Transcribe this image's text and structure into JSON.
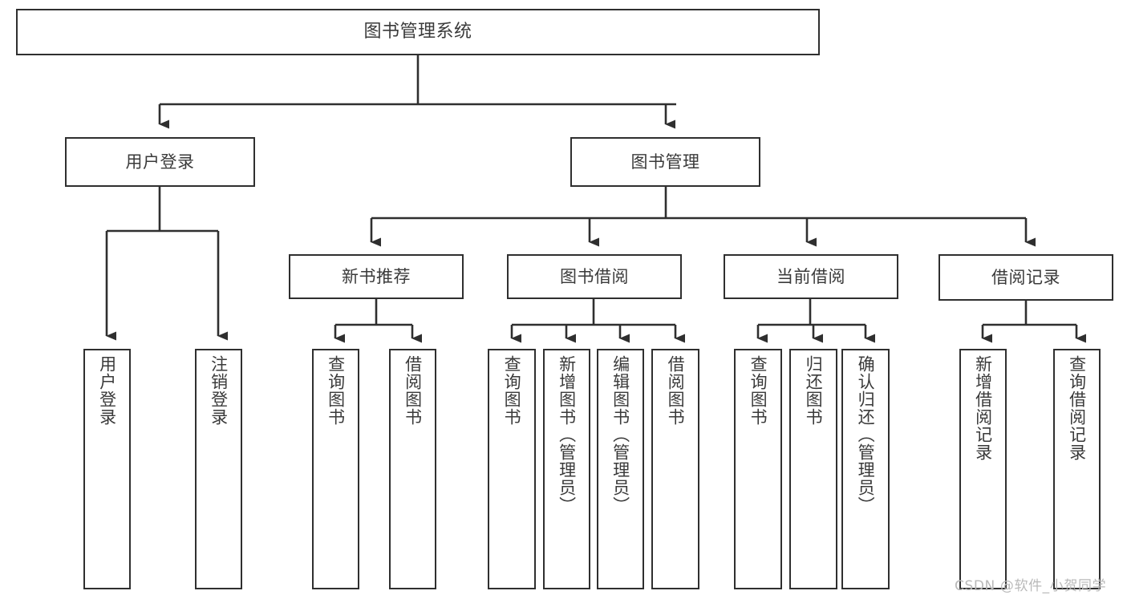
{
  "diagram": {
    "title": "图书管理系统",
    "type": "tree-hierarchy-chart",
    "watermark": "CSDN @软件_小贺同学",
    "stroke_color": "#2f2f2f",
    "text_color": "#3a3a3a",
    "background_color": "#ffffff",
    "watermark_color": "#b9b9b9"
  },
  "nodes": {
    "root": {
      "label": "图书管理系统"
    },
    "level1": [
      {
        "label": "用户登录"
      },
      {
        "label": "图书管理"
      }
    ],
    "level2": [
      {
        "label": "新书推荐"
      },
      {
        "label": "图书借阅"
      },
      {
        "label": "当前借阅"
      },
      {
        "label": "借阅记录"
      }
    ],
    "leaves": {
      "user_login": [
        {
          "label": "用户登录"
        },
        {
          "label": "注销登录"
        }
      ],
      "new_book_recommend": [
        {
          "label": "查询图书"
        },
        {
          "label": "借阅图书"
        }
      ],
      "book_borrow": [
        {
          "label": "查询图书"
        },
        {
          "label": "新增图书（管理员）"
        },
        {
          "label": "编辑图书（管理员）"
        },
        {
          "label": "借阅图书"
        }
      ],
      "current_borrow": [
        {
          "label": "查询图书"
        },
        {
          "label": "归还图书"
        },
        {
          "label": "确认归还（管理员）"
        }
      ],
      "borrow_record": [
        {
          "label": "新增借阅记录"
        },
        {
          "label": "查询借阅记录"
        }
      ]
    }
  }
}
